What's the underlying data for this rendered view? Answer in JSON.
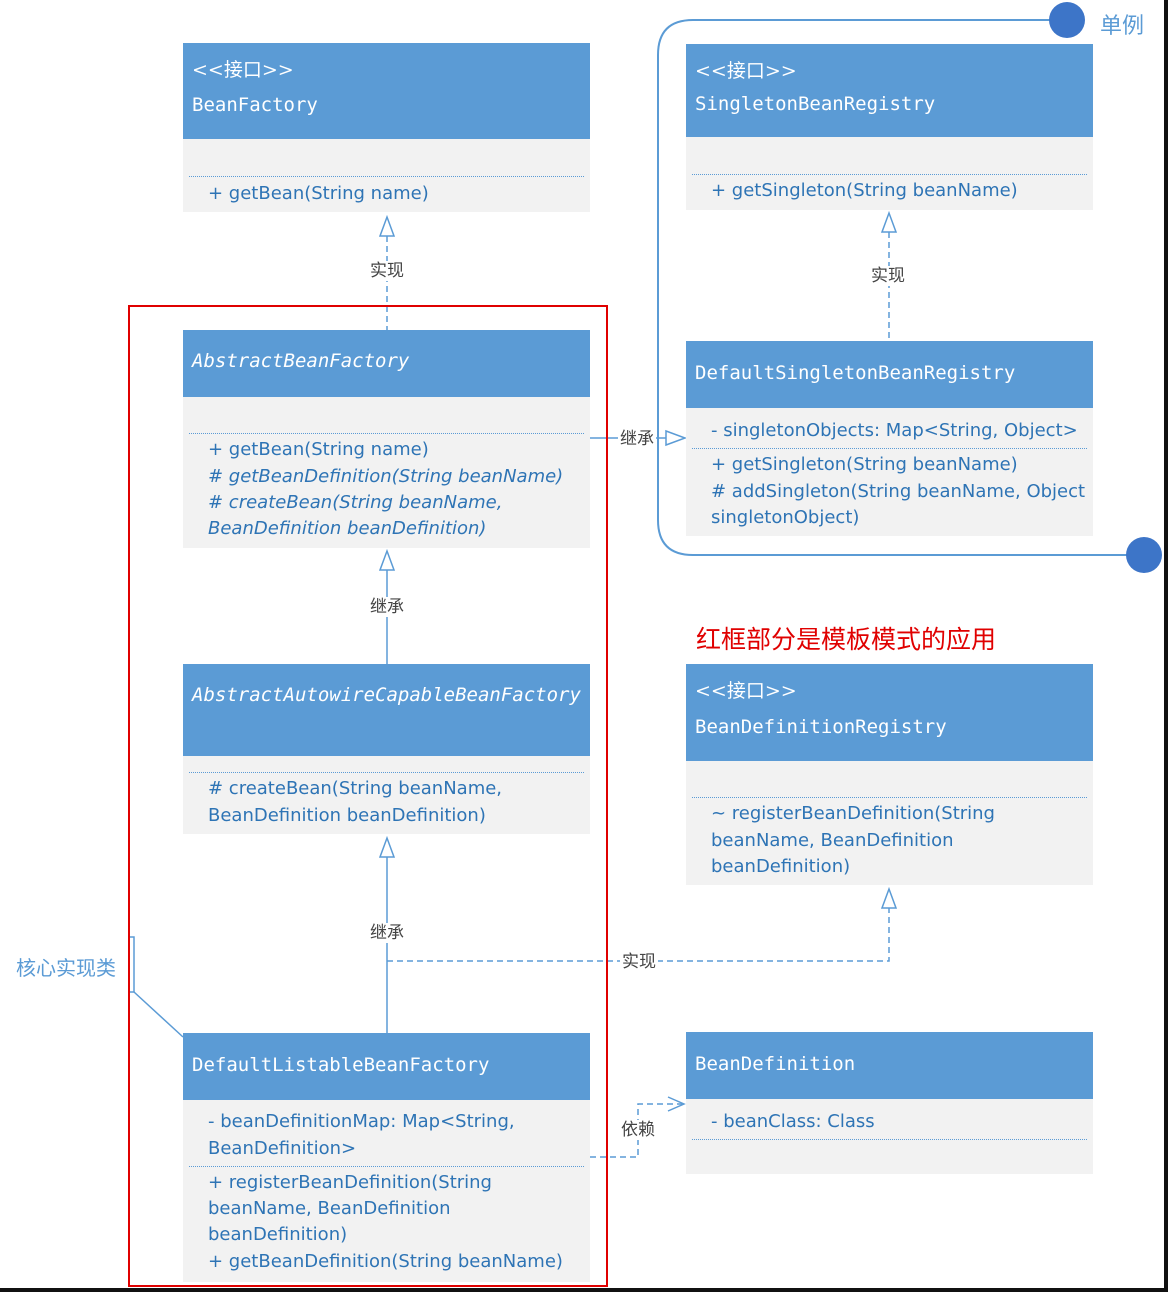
{
  "title": "",
  "colors": {
    "header": "#5b9bd5",
    "body": "#f2f2f2",
    "member_text": "#2e74b5",
    "highlight": "#e00000"
  },
  "classes": {
    "bean_factory": {
      "stereotype": "<<接口>>",
      "name": "BeanFactory",
      "methods": [
        "+ getBean(String name)"
      ]
    },
    "singleton_bean_registry": {
      "stereotype": "<<接口>>",
      "name": "SingletonBeanRegistry",
      "methods": [
        "+ getSingleton(String beanName)"
      ]
    },
    "abstract_bean_factory": {
      "name": "AbstractBeanFactory",
      "methods": [
        "+ getBean(String name)",
        "# getBeanDefinition(String beanName)",
        "# createBean(String beanName,",
        "BeanDefinition beanDefinition)"
      ]
    },
    "default_singleton_bean_registry": {
      "name": "DefaultSingletonBeanRegistry",
      "attributes": [
        "- singletonObjects:  Map<String, Object>"
      ],
      "methods": [
        "+ getSingleton(String beanName)",
        "# addSingleton(String beanName, Object",
        "singletonObject)"
      ]
    },
    "abstract_autowire_capable_bean_factory": {
      "name": "AbstractAutowireCapableBeanFactory",
      "methods": [
        "# createBean(String beanName,",
        "BeanDefinition beanDefinition)"
      ]
    },
    "bean_definition_registry": {
      "stereotype": "<<接口>>",
      "name": "BeanDefinitionRegistry",
      "methods": [
        "~ registerBeanDefinition(String",
        "beanName, BeanDefinition",
        "beanDefinition)"
      ]
    },
    "default_listable_bean_factory": {
      "name": "DefaultListableBeanFactory",
      "attributes": [
        "- beanDefinitionMap:  Map<String,",
        "BeanDefinition>"
      ],
      "methods": [
        "+ registerBeanDefinition(String",
        "beanName, BeanDefinition",
        "beanDefinition)",
        "+ getBeanDefinition(String beanName)"
      ]
    },
    "bean_definition": {
      "name": "BeanDefinition",
      "attributes": [
        "- beanClass:  Class"
      ]
    }
  },
  "relations": {
    "abf_to_bf": "实现",
    "dsbr_to_sbr": "实现",
    "abf_to_dsbr": "继承",
    "aacbf_to_abf": "继承",
    "dlbf_to_aacbf": "继承",
    "dlbf_to_bdr": "实现",
    "dlbf_to_bd": "依赖"
  },
  "notes": {
    "template_note": "红框部分是模板模式的应用",
    "core_impl": "核心实现类",
    "singleton": "单例"
  }
}
